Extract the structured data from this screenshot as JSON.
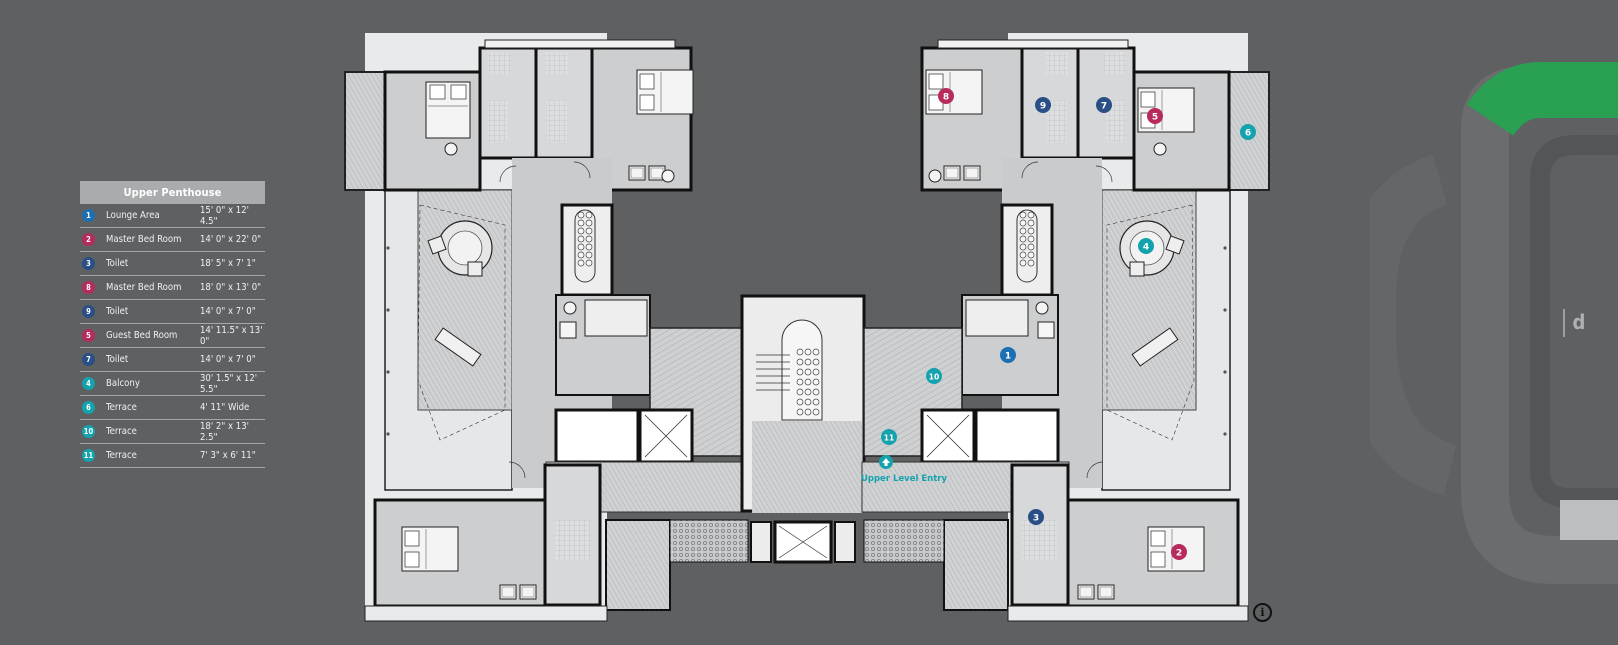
{
  "legend": {
    "title": "Upper Penthouse",
    "rows": [
      {
        "num": "1",
        "name": "Lounge Area",
        "size": "15' 0\" x 12' 4.5\"",
        "color": "#1d6fb3"
      },
      {
        "num": "2",
        "name": "Master Bed Room",
        "size": "14' 0\" x 22' 0\"",
        "color": "#b72a5e"
      },
      {
        "num": "3",
        "name": "Toilet",
        "size": "18' 5\" x 7' 1\"",
        "color": "#2a4e86"
      },
      {
        "num": "8",
        "name": "Master Bed Room",
        "size": "18' 0\" x 13' 0\"",
        "color": "#b72a5e"
      },
      {
        "num": "9",
        "name": "Toilet",
        "size": "14' 0\" x 7' 0\"",
        "color": "#2a4e86"
      },
      {
        "num": "5",
        "name": "Guest Bed Room",
        "size": "14' 11.5\" x 13' 0\"",
        "color": "#b72a5e"
      },
      {
        "num": "7",
        "name": "Toilet",
        "size": "14' 0\" x 7' 0\"",
        "color": "#2a4e86"
      },
      {
        "num": "4",
        "name": "Balcony",
        "size": "30' 1.5\" x 12' 5.5\"",
        "color": "#14a3ad"
      },
      {
        "num": "6",
        "name": "Terrace",
        "size": "4' 11\" Wide",
        "color": "#14a3ad"
      },
      {
        "num": "10",
        "name": "Terrace",
        "size": "18' 2\" x 13' 2.5\"",
        "color": "#14a3ad"
      },
      {
        "num": "11",
        "name": "Terrace",
        "size": "7' 3\" x 6' 11\"",
        "color": "#14a3ad"
      }
    ]
  },
  "plan": {
    "entry_label": "Upper Level Entry",
    "markers": {
      "lounge": "1",
      "master_bed_2": "2",
      "toilet_3": "3",
      "balcony_4": "4",
      "guest_bed_5": "5",
      "terrace_6": "6",
      "toilet_7": "7",
      "master_bed_8": "8",
      "toilet_9": "9",
      "terrace_10": "10",
      "terrace_11": "11"
    },
    "colors": {
      "blue": "#1d6fb3",
      "navy": "#2a4e86",
      "magenta": "#b72a5e",
      "teal": "#14a3ad"
    }
  },
  "brand": {
    "mark": "d",
    "green": "#2aa052"
  },
  "info": {
    "icon": "info-icon",
    "glyph": "i"
  }
}
